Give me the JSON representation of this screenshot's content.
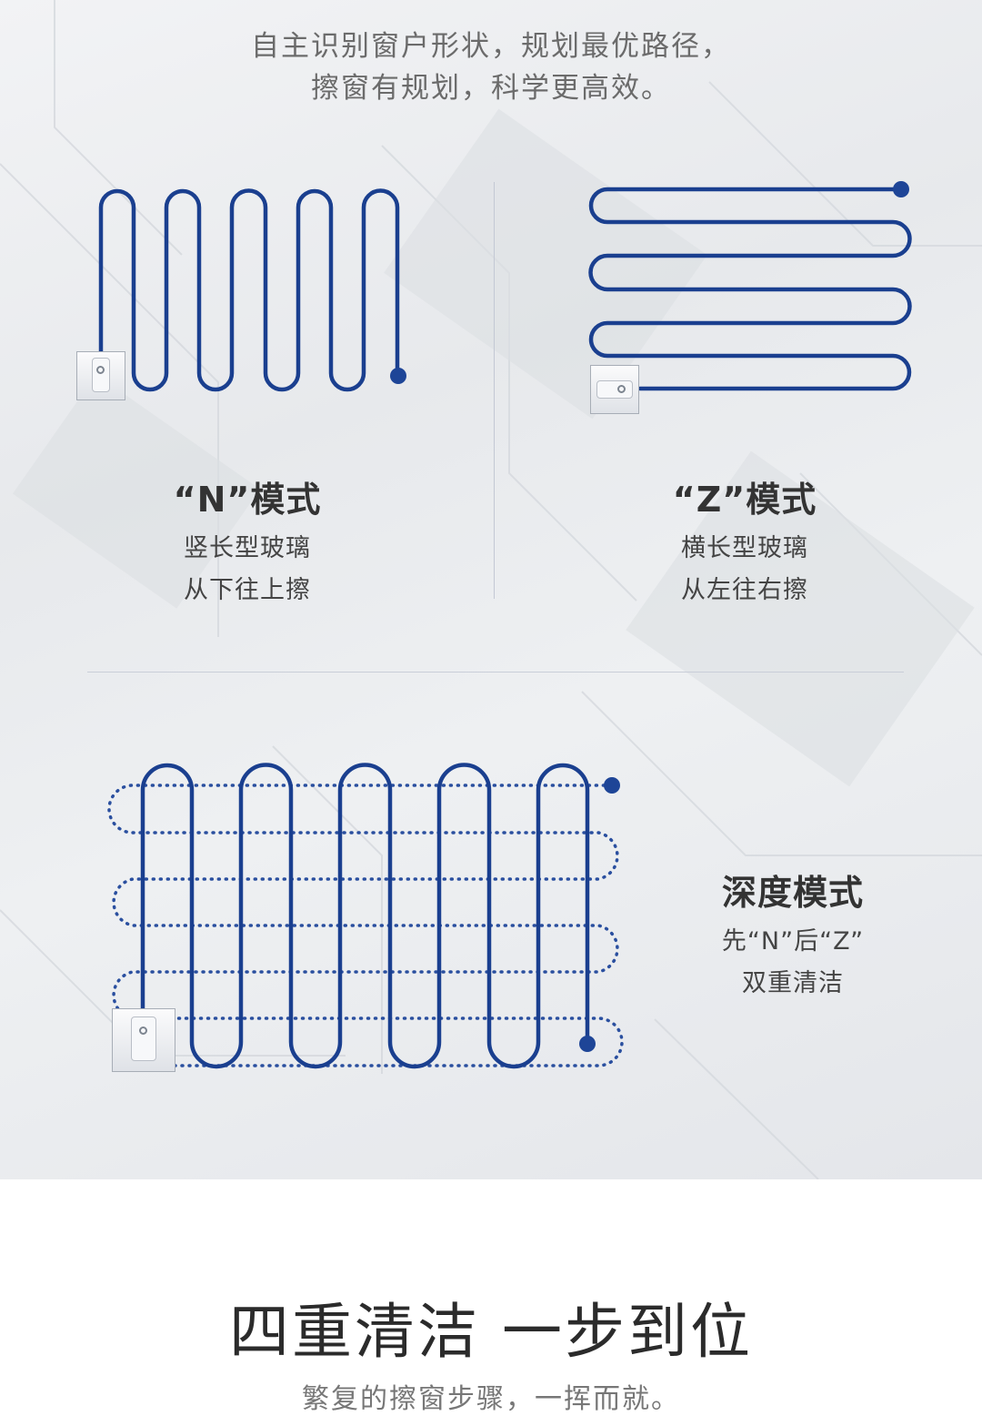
{
  "intro": {
    "line1": "自主识别窗户形状，规划最优路径，",
    "line2": "擦窗有规划，科学更高效。"
  },
  "modes": {
    "n": {
      "title": "“N”模式",
      "desc1": "竖长型玻璃",
      "desc2": "从下往上擦"
    },
    "z": {
      "title": "“Z”模式",
      "desc1": "横长型玻璃",
      "desc2": "从左往右擦"
    },
    "deep": {
      "title": "深度模式",
      "desc1": "先“N”后“Z”",
      "desc2": "双重清洁"
    }
  },
  "section": {
    "title": "四重清洁 一步到位",
    "subtitle": "繁复的擦窗步骤，一挥而就。"
  },
  "colors": {
    "path_blue": "#1a3f8f",
    "dot_blue": "#1e4597",
    "text_dark": "#333333"
  },
  "icons": [
    "window-robot-icon",
    "path-endpoint-icon"
  ]
}
